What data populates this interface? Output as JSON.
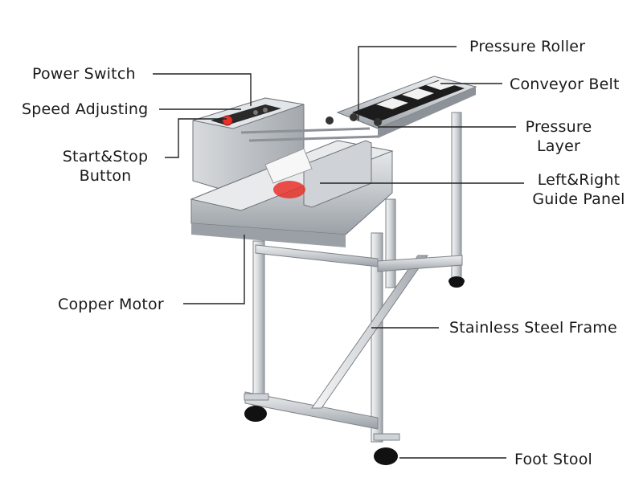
{
  "labels": {
    "power_switch": "Power Switch",
    "speed_adjusting": "Speed Adjusting",
    "start_stop_line1": "Start&Stop",
    "start_stop_line2": "Button",
    "copper_motor": "Copper Motor",
    "pressure_roller": "Pressure Roller",
    "conveyor_belt": "Conveyor Belt",
    "pressure_layer_line1": "Pressure",
    "pressure_layer_line2": "Layer",
    "guide_panel_line1": "Left&Right",
    "guide_panel_line2": "Guide Panel",
    "stainless_steel_frame": "Stainless Steel Frame",
    "foot_stool": "Foot Stool"
  },
  "colors": {
    "stop_button": "#e8322a",
    "stainless_steel": "#c9ccd0",
    "belt": "#1c1c1c",
    "frame": "#dfe2e5",
    "wheel": "#111111"
  }
}
